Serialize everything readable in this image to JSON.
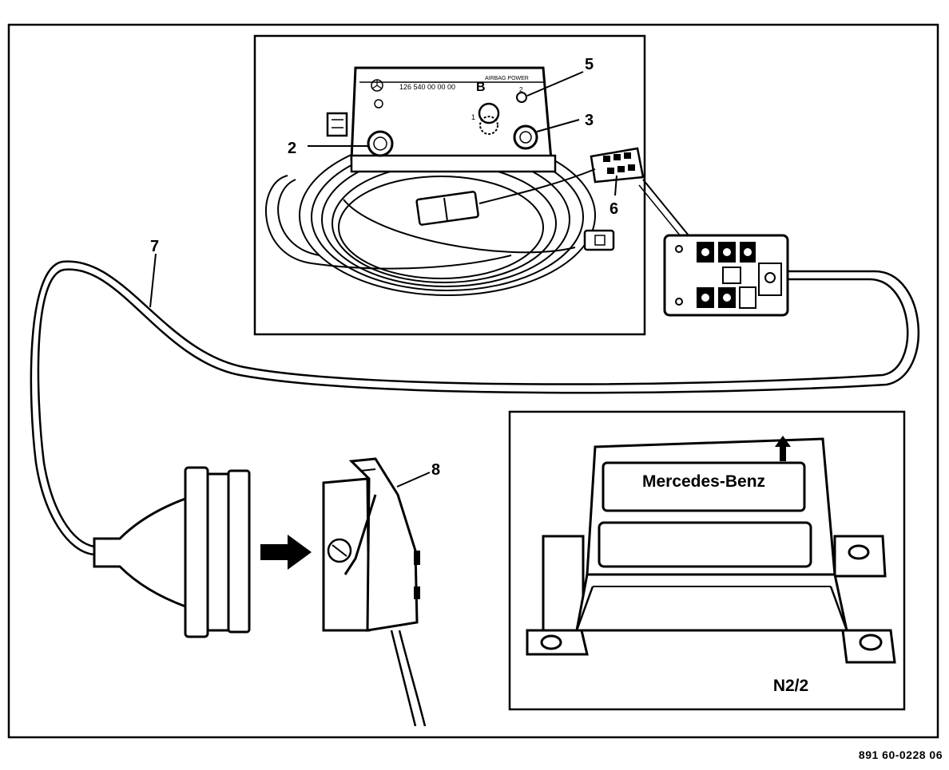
{
  "callouts": {
    "c2": "2",
    "c3": "3",
    "c5": "5",
    "c6": "6",
    "c7": "7",
    "c8": "8"
  },
  "device": {
    "part_number": "126 540 00 00 00",
    "brand_letter": "B",
    "knob_label_1": "1",
    "knob_label_2": "2",
    "led_label": "AIRBAG POWER"
  },
  "control_unit": {
    "brand": "Mercedes-Benz",
    "designation": "N2/2"
  },
  "figure_reference": "891 60-0228 06",
  "icons": [
    "arrow-right-icon",
    "up-arrow-icon"
  ]
}
